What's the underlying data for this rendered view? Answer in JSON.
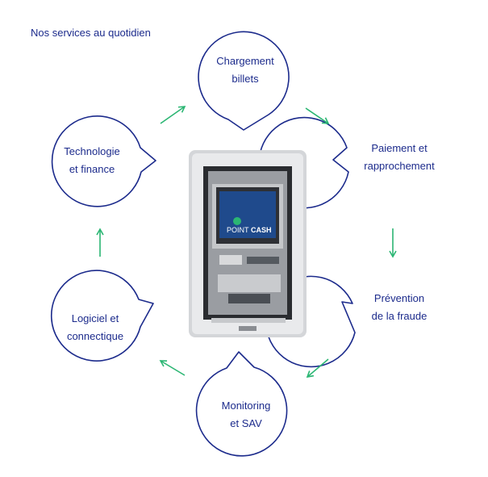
{
  "heading": "Nos services au quotidien",
  "colors": {
    "navy": "#1c2b8c",
    "arrow": "#2bb673",
    "atm_screen": "#1f4a8c"
  },
  "atm": {
    "brand_point": "POINT",
    "brand_cash": "CASH"
  },
  "services": [
    {
      "id": "chargement",
      "lines": [
        "Chargement",
        "billets"
      ]
    },
    {
      "id": "paiement",
      "lines": [
        "Paiement et",
        "rapprochement"
      ]
    },
    {
      "id": "prevention",
      "lines": [
        "Prévention",
        "de la fraude"
      ]
    },
    {
      "id": "monitoring",
      "lines": [
        "Monitoring",
        "et SAV"
      ]
    },
    {
      "id": "logiciel",
      "lines": [
        "Logiciel et",
        "connectique"
      ]
    },
    {
      "id": "technologie",
      "lines": [
        "Technologie",
        "et finance"
      ]
    }
  ]
}
